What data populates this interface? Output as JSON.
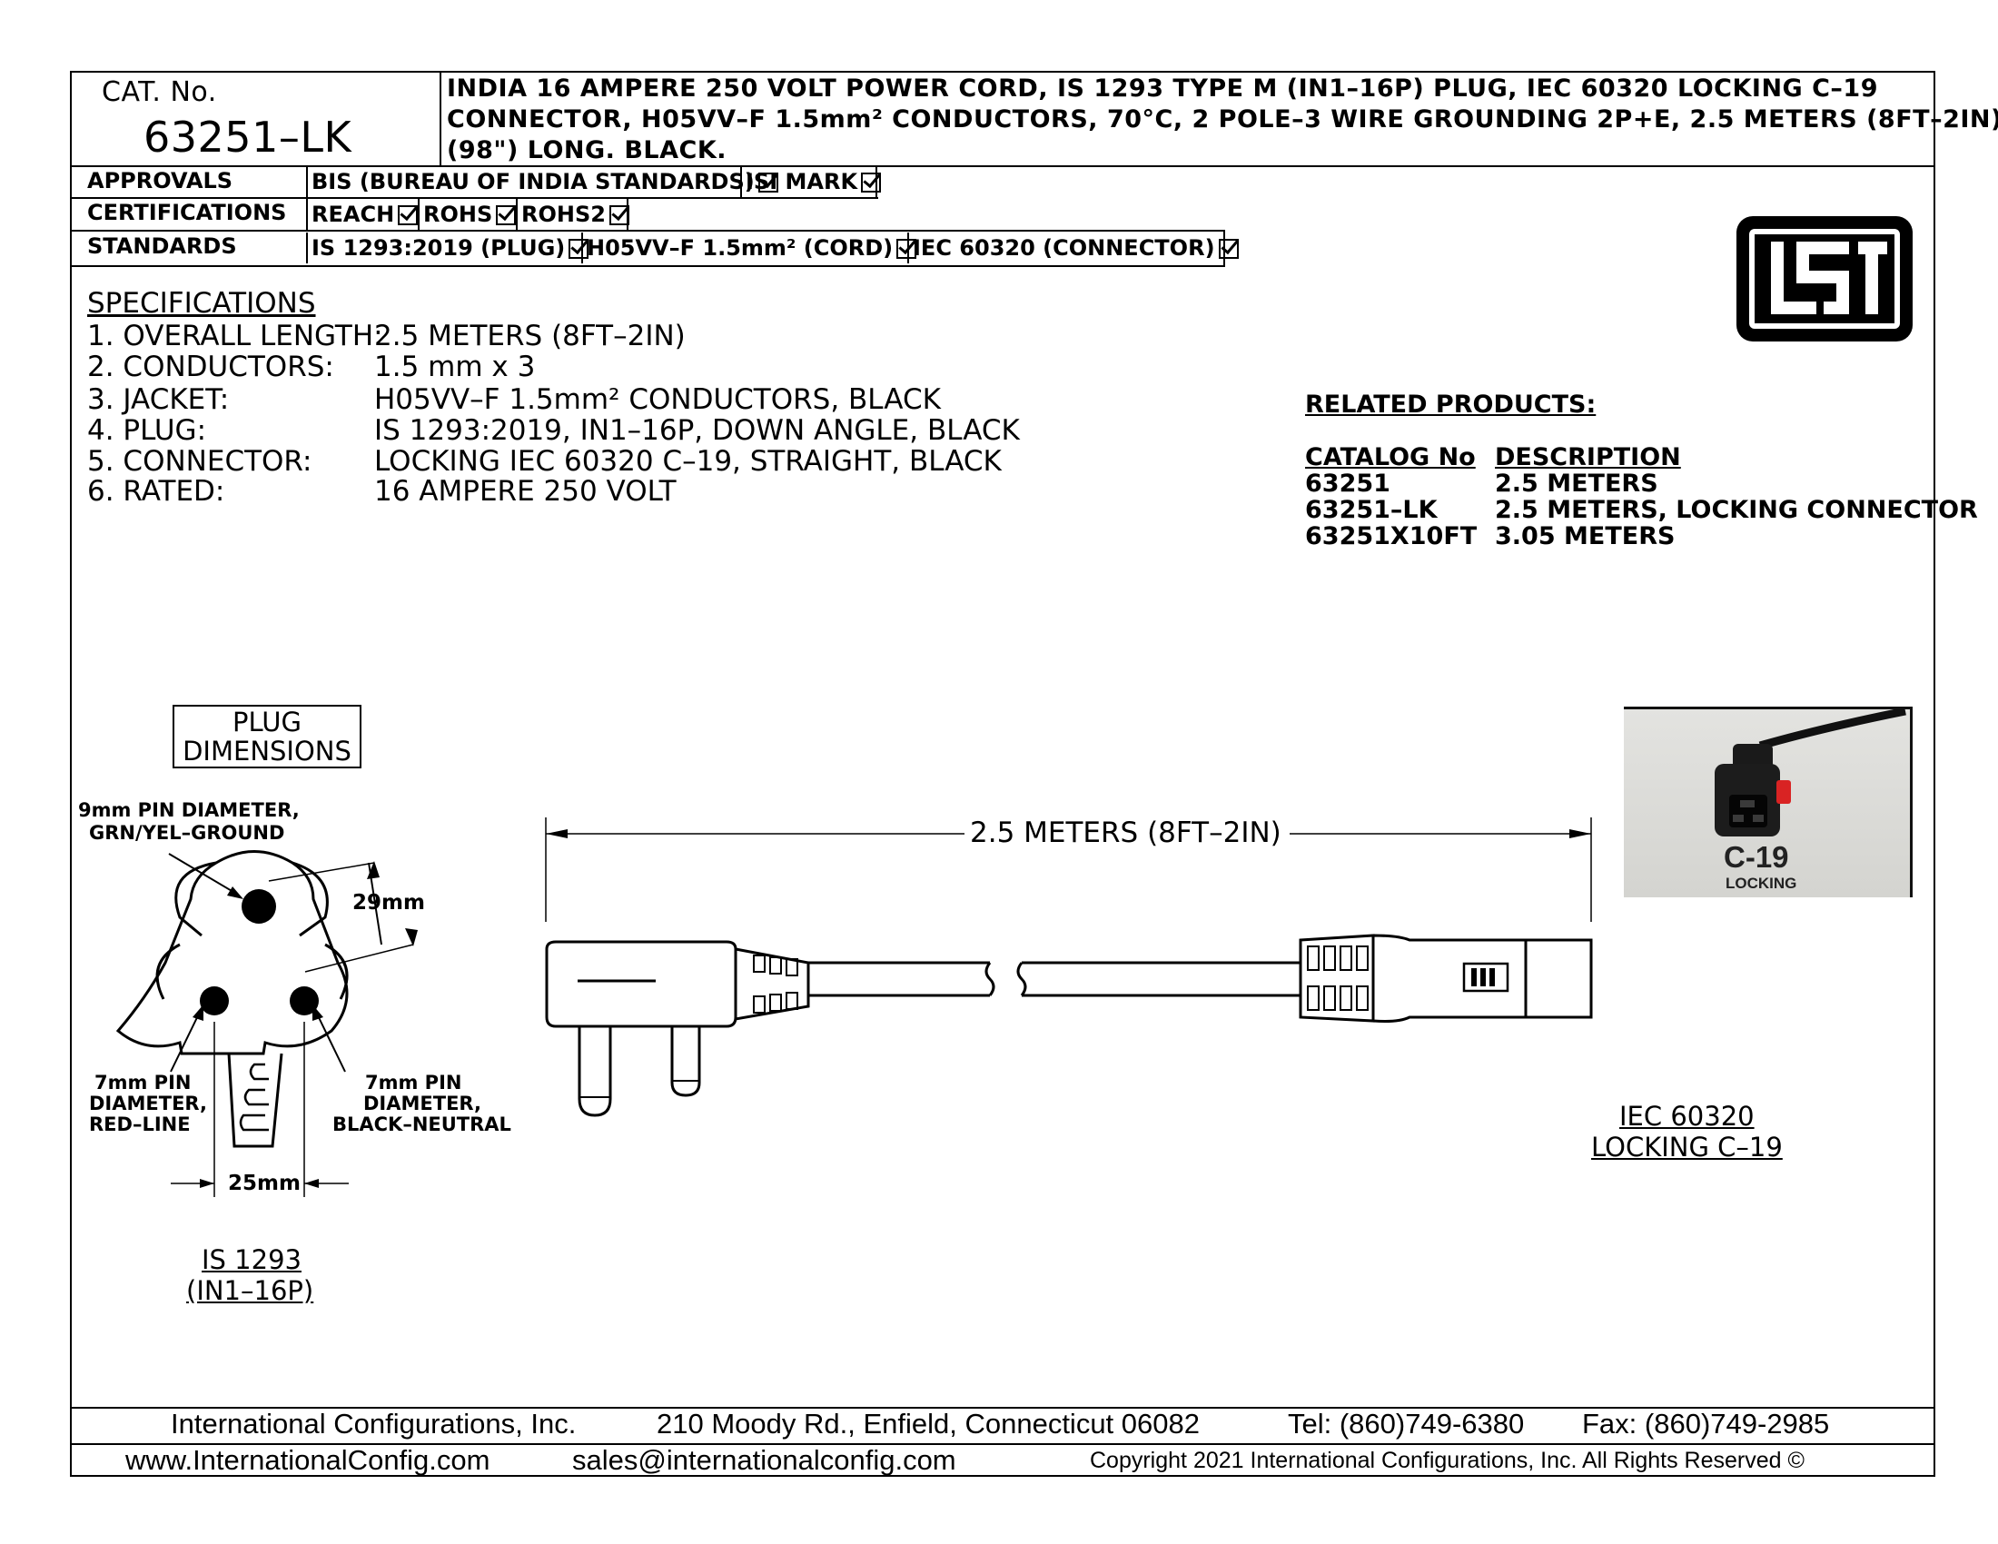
{
  "header": {
    "cat_label": "CAT. No.",
    "cat_number": "63251–LK",
    "title_line1": "INDIA 16 AMPERE 250 VOLT POWER CORD, IS 1293 TYPE M (IN1–16P) PLUG, IEC 60320 LOCKING C–19",
    "title_line2": "CONNECTOR, H05VV–F 1.5mm² CONDUCTORS, 70°C, 2 POLE–3 WIRE GROUNDING 2P+E, 2.5 METERS (8FT–2IN)",
    "title_line3": "(98\") LONG. BLACK."
  },
  "approvals": {
    "label": "APPROVALS",
    "items": [
      "BIS (BUREAU OF INDIA STANDARDS)",
      "ISI MARK"
    ]
  },
  "certifications": {
    "label": "CERTIFICATIONS",
    "items": [
      "REACH",
      "ROHS",
      "ROHS2"
    ]
  },
  "standards": {
    "label": "STANDARDS",
    "items": [
      "IS 1293:2019 (PLUG)",
      "H05VV–F 1.5mm² (CORD)",
      "IEC 60320 (CONNECTOR)"
    ]
  },
  "logo": {
    "text": "ISI"
  },
  "specifications": {
    "heading": "SPECIFICATIONS",
    "rows": [
      {
        "label": "1. OVERALL LENGTH:",
        "value": "2.5 METERS (8FT–2IN)"
      },
      {
        "label": "2. CONDUCTORS:",
        "value": "1.5 mm x 3"
      },
      {
        "label": "3. JACKET:",
        "value": "H05VV–F 1.5mm² CONDUCTORS, BLACK"
      },
      {
        "label": "4. PLUG:",
        "value": "IS 1293:2019, IN1–16P, DOWN ANGLE, BLACK"
      },
      {
        "label": "5. CONNECTOR:",
        "value": "LOCKING IEC 60320 C–19, STRAIGHT, BLACK"
      },
      {
        "label": "6. RATED:",
        "value": "16 AMPERE 250 VOLT"
      }
    ]
  },
  "related": {
    "heading": "RELATED PRODUCTS:",
    "col_catalog": "CATALOG No",
    "col_description": "DESCRIPTION",
    "rows": [
      {
        "catalog": "63251",
        "description": "2.5 METERS"
      },
      {
        "catalog": "63251–LK",
        "description": "2.5 METERS, LOCKING CONNECTOR"
      },
      {
        "catalog": "63251X10FT",
        "description": "3.05 METERS"
      }
    ]
  },
  "plug": {
    "box_line1": "PLUG",
    "box_line2": "DIMENSIONS",
    "ground_line1": "9mm PIN DIAMETER,",
    "ground_line2": "GRN/YEL–GROUND",
    "dim_29": "29mm",
    "line_line1": "7mm PIN",
    "line_line2": "DIAMETER,",
    "line_line3": "RED–LINE",
    "neutral_line1": "7mm PIN",
    "neutral_line2": "DIAMETER,",
    "neutral_line3": "BLACK–NEUTRAL",
    "dim_25": "25mm",
    "std_line1": "IS 1293",
    "std_line2": "(IN1–16P)"
  },
  "cord": {
    "length_label": "2.5 METERS (8FT–2IN)"
  },
  "connector": {
    "photo_label": "C-19",
    "photo_sub": "LOCKING",
    "std_line1": "IEC 60320",
    "std_line2": "LOCKING C–19"
  },
  "footer": {
    "company": "International Configurations, Inc.",
    "address": "210 Moody Rd., Enfield, Connecticut 06082",
    "tel": "Tel: (860)749-6380",
    "fax": "Fax: (860)749-2985",
    "website": "www.InternationalConfig.com",
    "email": "sales@internationalconfig.com",
    "copyright": "Copyright 2021 International Configurations, Inc. All Rights Reserved ©"
  }
}
